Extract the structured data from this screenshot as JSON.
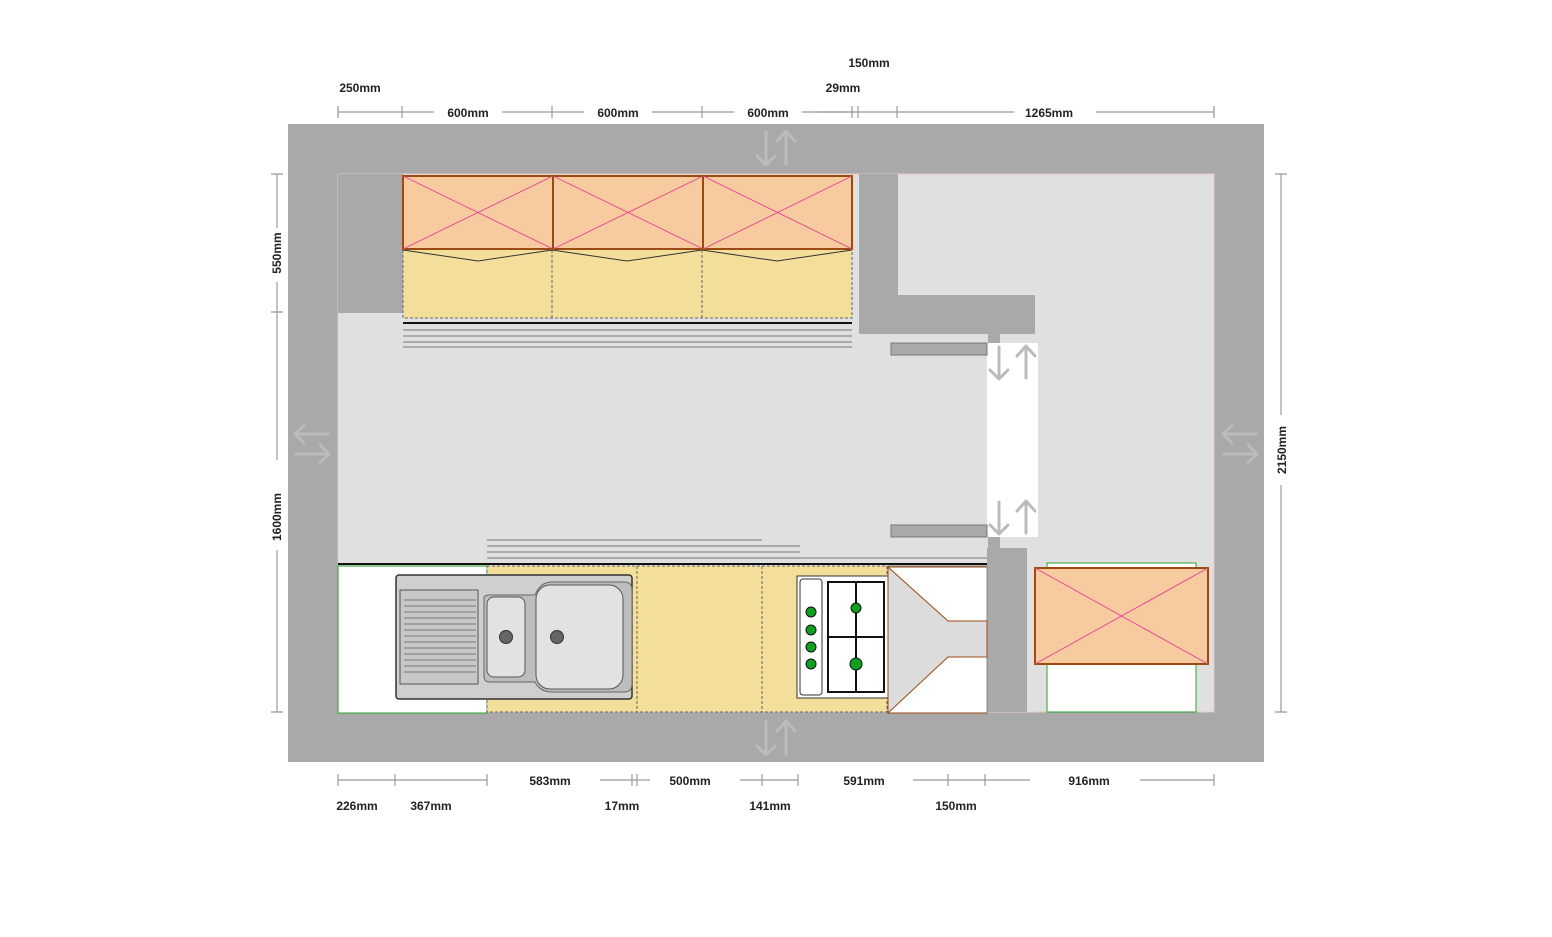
{
  "colors": {
    "wall": "#a9a9a9",
    "floor": "#e0e0e0",
    "worktop": "#f3df9a",
    "wall_unit": "#f7caa0",
    "wall_unit_border": "#9a4a12",
    "cross": "#e8408e",
    "appliance_outline": "#2aa52a",
    "hob_burner": "#10a020",
    "sink": "#d8d8d8"
  },
  "dimensions": {
    "top": {
      "row1": [
        "150mm"
      ],
      "row2": [
        "250mm",
        "29mm"
      ],
      "row3": [
        "600mm",
        "600mm",
        "600mm",
        "1265mm"
      ]
    },
    "bottom": {
      "row1": [
        "583mm",
        "500mm",
        "591mm",
        "916mm"
      ],
      "row2": [
        "226mm",
        "367mm",
        "17mm",
        "141mm",
        "150mm"
      ]
    },
    "left": [
      "550mm",
      "1600mm"
    ],
    "right": [
      "2150mm"
    ]
  },
  "icons": {
    "door_marker": "swap-arrows-icon",
    "wall_marker": "double-arrow-icon"
  }
}
